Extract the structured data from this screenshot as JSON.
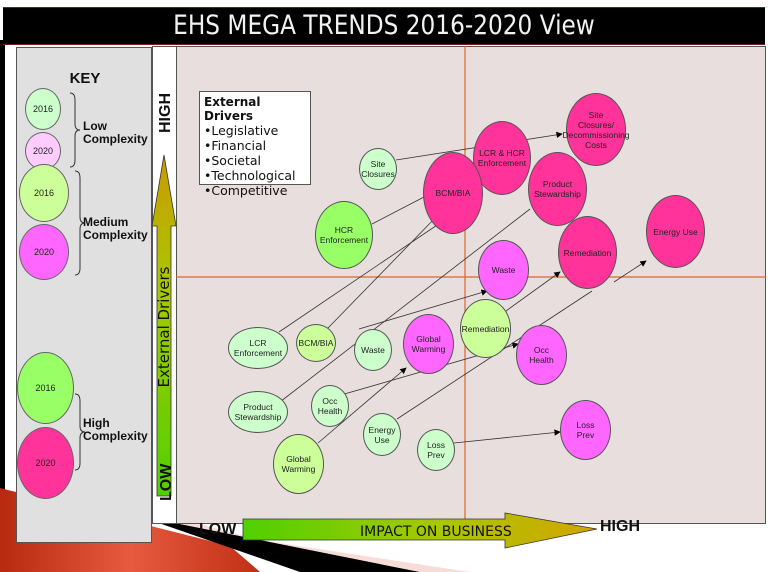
{
  "title": "EHS MEGA TRENDS 2016-2020 View",
  "key": {
    "title": "KEY",
    "groups": [
      {
        "label_line1": "Low",
        "label_line2": "Complexity",
        "year_a": "2016",
        "year_b": "2020",
        "color_2016": "#ccffcc",
        "color_2020": "#ffccff"
      },
      {
        "label_line1": "Medium",
        "label_line2": "Complexity",
        "year_a": "2016",
        "year_b": "2020",
        "color_2016": "#ccff99",
        "color_2020": "#ff66ff"
      },
      {
        "label_line1": "High",
        "label_line2": "Complexity",
        "year_a": "2016",
        "year_b": "2020",
        "color_2016": "#99ff66",
        "color_2020": "#ff3399"
      }
    ]
  },
  "external_drivers_box": {
    "title": "External Drivers",
    "items": [
      "•Legislative",
      "•Financial",
      "•Societal",
      "•Technological",
      "•Competitive"
    ]
  },
  "axes": {
    "y_label": "External Drivers",
    "y_high": "HIGH",
    "y_low": "LOW",
    "x_label": "IMPACT ON BUSINESS",
    "x_low": "LOW",
    "x_high": "HIGH"
  },
  "bubbles_2016": [
    {
      "label": "Site\nClosures",
      "l1": "Site",
      "l2": "Closures"
    },
    {
      "label": "HCR Enforcement",
      "l1": "HCR",
      "l2": "Enforcement"
    },
    {
      "label": "LCR Enforcement",
      "l1": "LCR",
      "l2": "Enforcement"
    },
    {
      "label": "BCM/BIA",
      "l1": "BCM/BIA",
      "l2": ""
    },
    {
      "label": "Waste",
      "l1": "Waste",
      "l2": ""
    },
    {
      "label": "Product Stewardship",
      "l1": "Product",
      "l2": "Stewardship"
    },
    {
      "label": "Occ Health",
      "l1": "Occ",
      "l2": "Health"
    },
    {
      "label": "Global Warming",
      "l1": "Global",
      "l2": "Warming"
    },
    {
      "label": "Energy Use",
      "l1": "Energy",
      "l2": "Use"
    },
    {
      "label": "Loss Prev",
      "l1": "Loss",
      "l2": "Prev"
    },
    {
      "label": "Remediation",
      "l1": "Remediation",
      "l2": ""
    }
  ],
  "bubbles_2020": [
    {
      "label": "Site Closures/ Decommissioning Costs",
      "l1": "Site",
      "l2": "Closures/",
      "l3": "Decommissioning",
      "l4": "Costs"
    },
    {
      "label": "LCR & HCR Enforcement",
      "l1": "LCR & HCR",
      "l2": "Enforcement"
    },
    {
      "label": "BCM/BIA",
      "l1": "BCM/BIA",
      "l2": ""
    },
    {
      "label": "Product Stewardship",
      "l1": "Product",
      "l2": "Stewardship"
    },
    {
      "label": "Energy Use",
      "l1": "Energy Use",
      "l2": ""
    },
    {
      "label": "Remediation",
      "l1": "Remediation",
      "l2": ""
    },
    {
      "label": "Waste",
      "l1": "Waste",
      "l2": ""
    },
    {
      "label": "Global Warming",
      "l1": "Global",
      "l2": "Warming"
    },
    {
      "label": "Occ Health",
      "l1": "Occ",
      "l2": "Health"
    },
    {
      "label": "Loss Prev",
      "l1": "Loss",
      "l2": "Prev"
    }
  ],
  "colors": {
    "quadrant_line": "#e0642c",
    "plot_bg": "#e7dedd",
    "title_bg": "#000000",
    "accent_red": "#c0301a"
  }
}
